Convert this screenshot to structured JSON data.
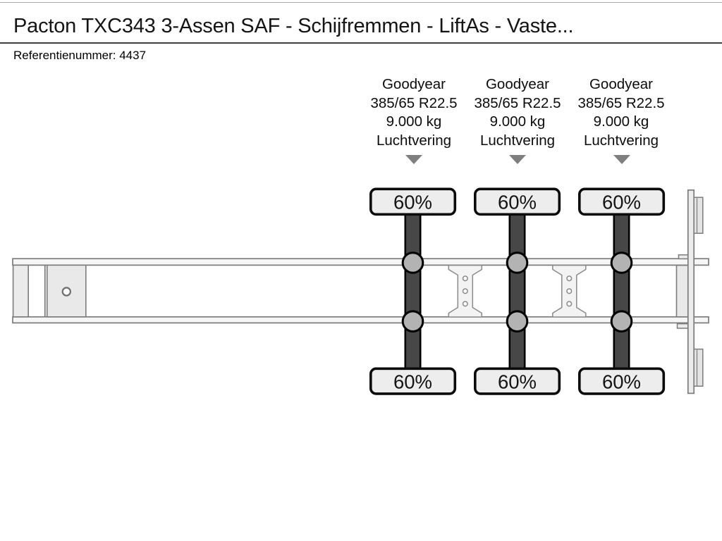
{
  "header": {
    "title": "Pacton TXC343 3-Assen SAF - Schijfremmen - LiftAs - Vaste...",
    "reference": "Referentienummer: 4437"
  },
  "diagram": {
    "axles": [
      {
        "brand": "Goodyear",
        "tire_size": "385/65 R22.5",
        "axle_load": "9.000 kg",
        "suspension": "Luchtvering",
        "tread_front": "60%",
        "tread_rear": "60%"
      },
      {
        "brand": "Goodyear",
        "tire_size": "385/65 R22.5",
        "axle_load": "9.000 kg",
        "suspension": "Luchtvering",
        "tread_front": "60%",
        "tread_rear": "60%"
      },
      {
        "brand": "Goodyear",
        "tire_size": "385/65 R22.5",
        "axle_load": "9.000 kg",
        "suspension": "Luchtvering",
        "tread_front": "60%",
        "tread_rear": "60%"
      }
    ],
    "colors": {
      "axle_bar": "#474747",
      "suspension_bellow": "#b3b3b3",
      "tire_box_fill": "#ededed",
      "tire_box_border": "#0b0b0b",
      "chassis_fill": "#f6f6f6",
      "chassis_border": "#7c7c7c",
      "arrow": "#7f7f7f",
      "separator": "#3f3f3f"
    }
  }
}
